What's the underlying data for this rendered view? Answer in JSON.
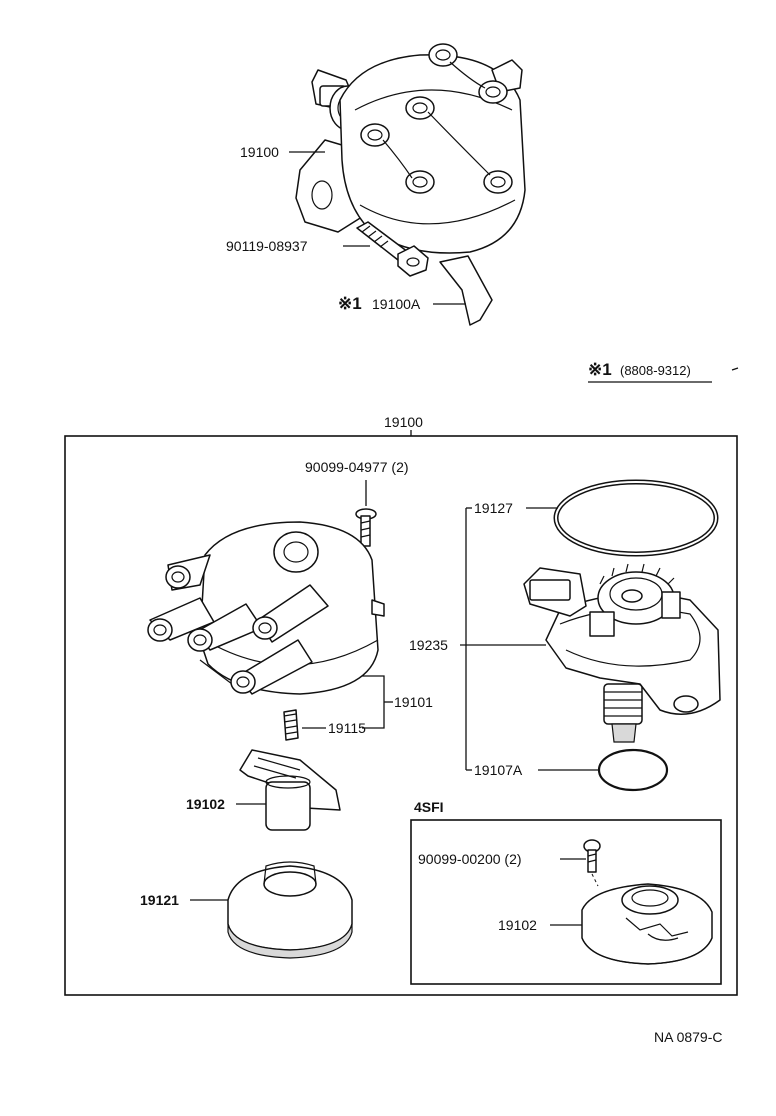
{
  "top_assembly": {
    "label_distributor": "19100",
    "label_bolt": "90119-08937",
    "label_note_marker": "※1",
    "label_cover": "19100A"
  },
  "note": {
    "marker": "※1",
    "range": "(8808-9312)"
  },
  "breakdown": {
    "title": "19100",
    "label_screw_cap": "90099-04977 (2)",
    "label_oring_large": "19127",
    "label_housing": "19235",
    "label_cap": "19101",
    "label_spring": "19115",
    "label_rotor": "19102",
    "label_oring_small": "19107A",
    "label_cover": "19121"
  },
  "variant_box": {
    "title": "4SFI",
    "label_screw": "90099-00200 (2)",
    "label_rotor": "19102"
  },
  "footer": {
    "code": "NA  0879-C"
  }
}
